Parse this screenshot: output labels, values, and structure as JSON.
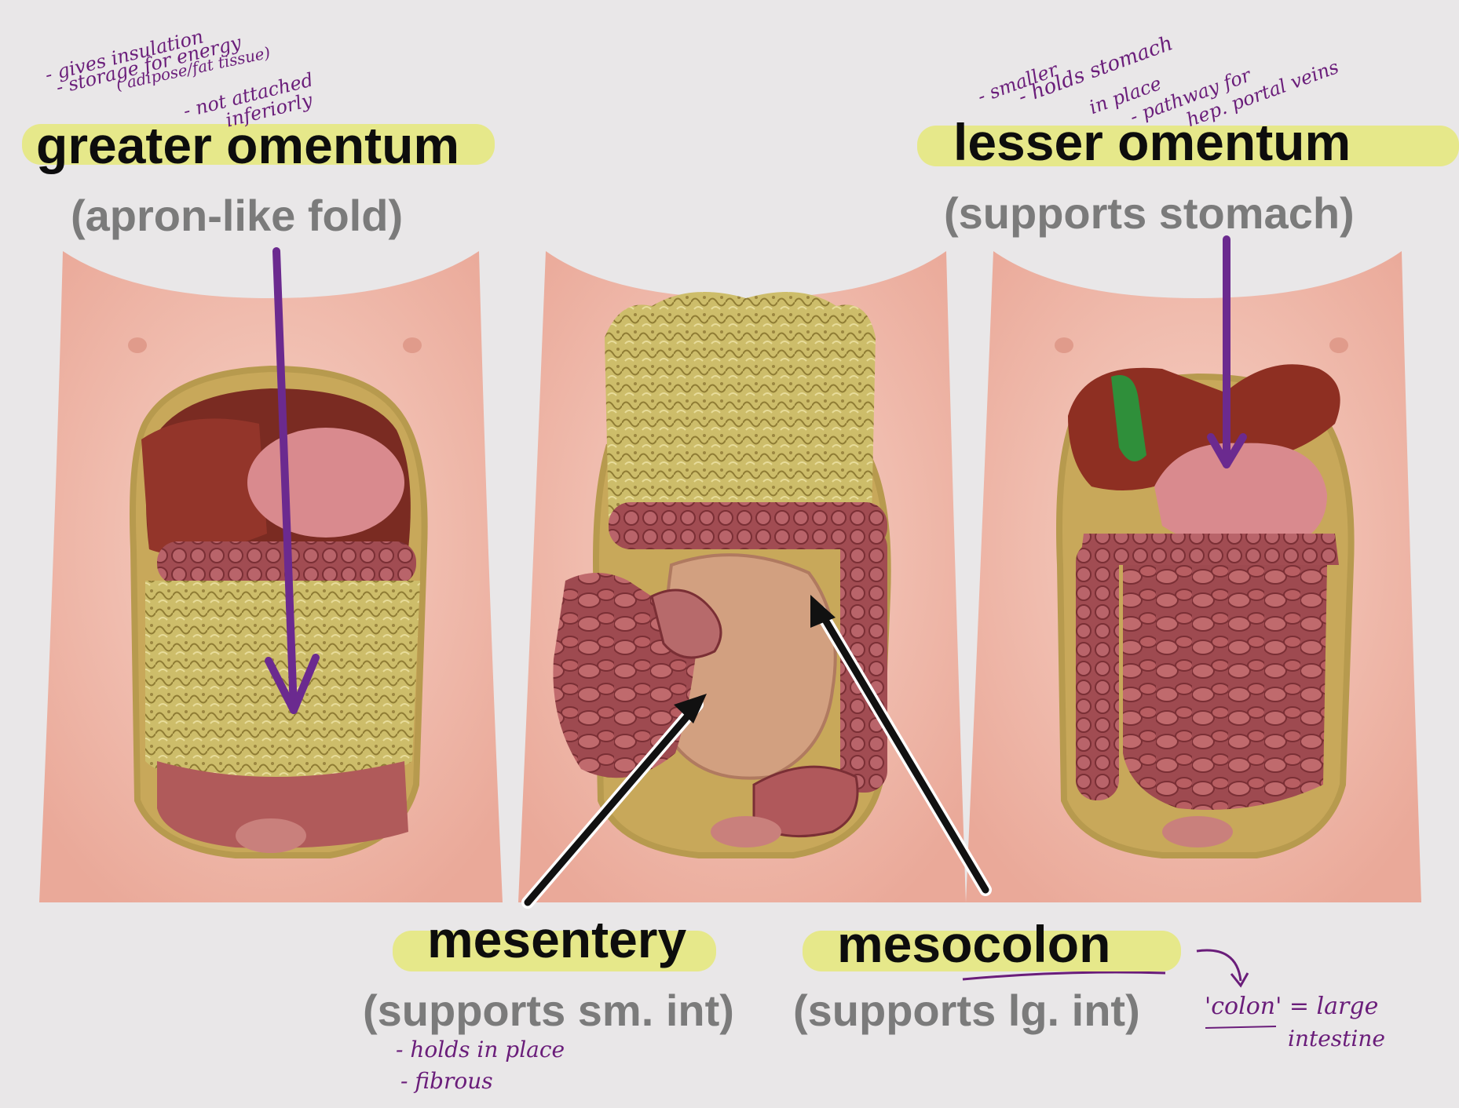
{
  "labels": {
    "greater": {
      "title": "greater omentum",
      "subtitle": "(apron-like fold)"
    },
    "lesser": {
      "title": "lesser omentum",
      "subtitle": "(supports stomach)"
    },
    "mesentery": {
      "title": "mesentery",
      "subtitle": "(supports sm. int)"
    },
    "mesocolon": {
      "title": "mesocolon",
      "subtitle": "(supports lg. int)"
    }
  },
  "notes": {
    "greater": [
      "- gives insulation",
      "- storage for energy",
      "( adipose/fat tissue)",
      "- not attached",
      "inferiorly"
    ],
    "lesser": [
      "- smaller",
      "- holds stomach",
      "in place",
      "- pathway for",
      "hep. portal veins"
    ],
    "mesentery": [
      "- holds in place",
      "- fibrous"
    ],
    "colon": [
      "'colon' = large",
      "intestine"
    ]
  },
  "colors": {
    "highlight": "#e6e88a",
    "pen": "#6a1d7a",
    "arrow_purple": "#6b2a8f",
    "arrow_black": "#111111",
    "skin": "#f4c3b5",
    "omentum": "#c9b864",
    "liver": "#8e2f22",
    "stomach": "#d98a8e",
    "intestine": "#b45a5e",
    "gallbladder": "#2f8f3a"
  }
}
